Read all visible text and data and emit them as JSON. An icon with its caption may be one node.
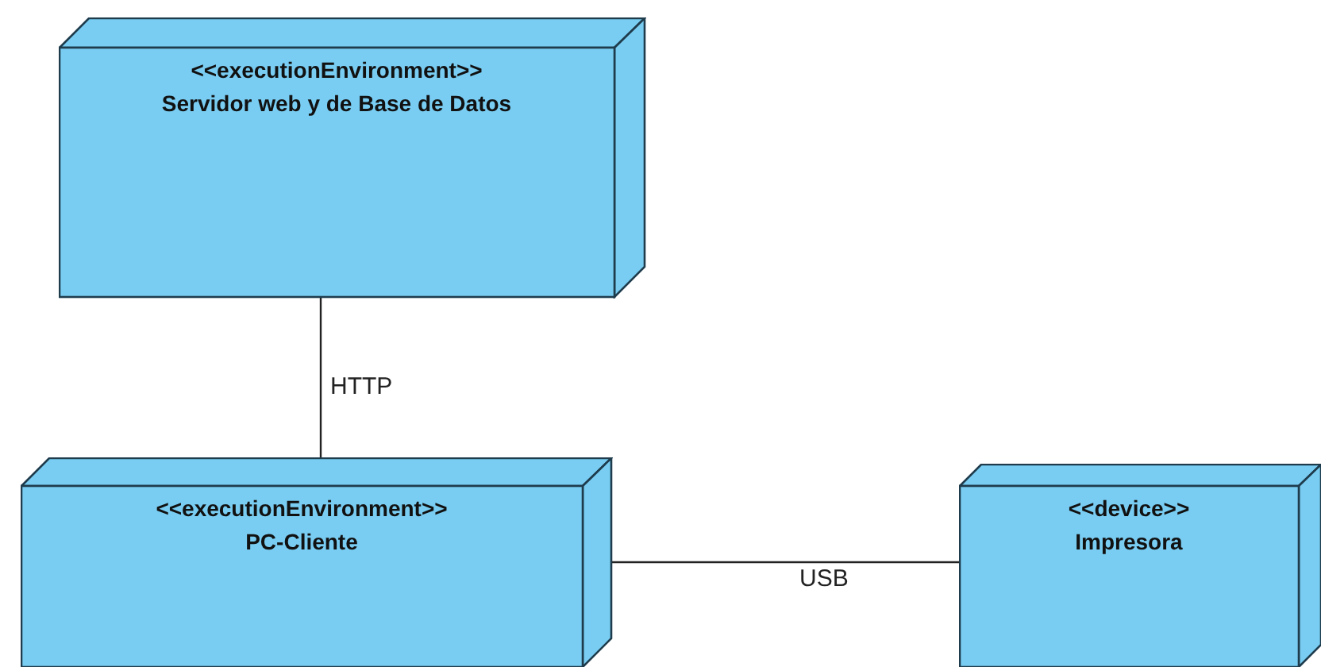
{
  "diagram": {
    "nodes": [
      {
        "text": [
          "<<executionEnvironment>>",
          "Servidor web y de Base de Datos"
        ]
      },
      {
        "text": [
          "<<executionEnvironment>>",
          "PC-Cliente"
        ]
      },
      {
        "text": [
          "<<device>>",
          "Impresora"
        ]
      }
    ],
    "edges": [
      {
        "from": 0,
        "to": 1,
        "arrow": "none",
        "label": "HTTP"
      },
      {
        "from": 1,
        "to": 2,
        "arrow": "none",
        "label": "USB"
      }
    ]
  }
}
